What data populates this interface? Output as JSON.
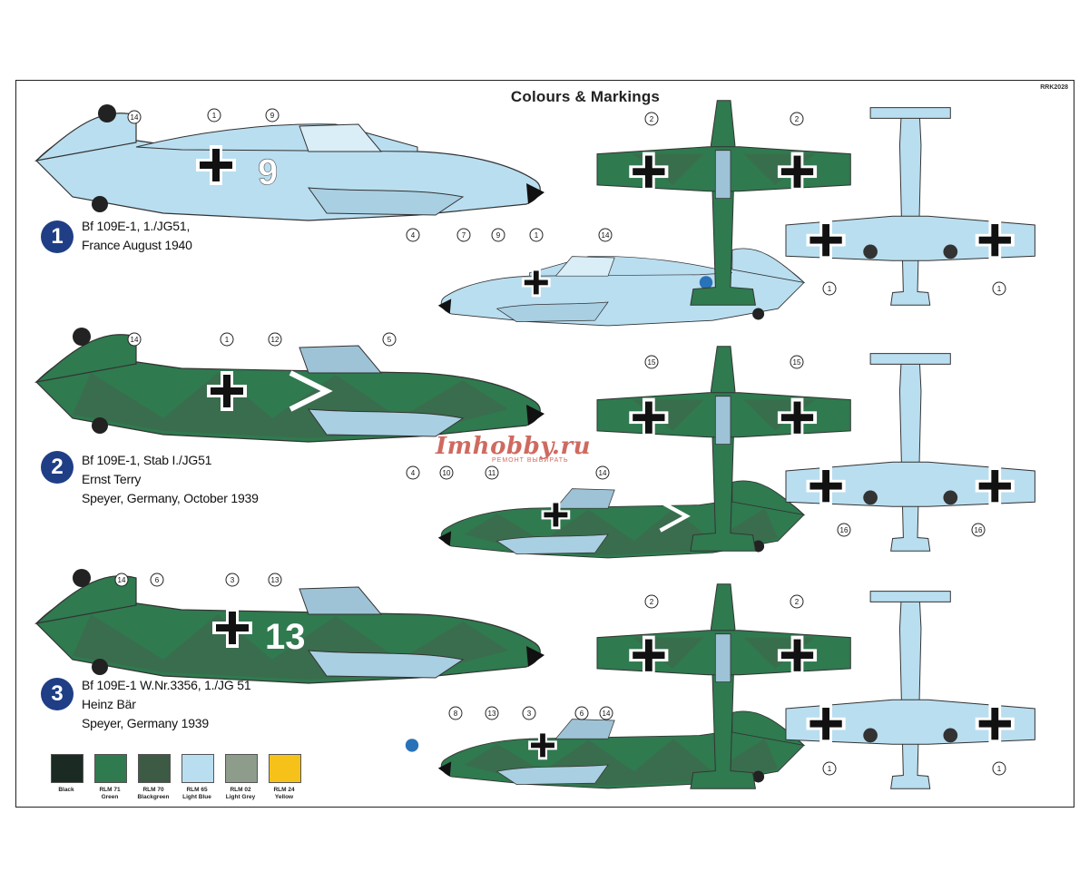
{
  "header": {
    "title": "Colours & Markings",
    "code": "RRK2028"
  },
  "schemes": [
    {
      "number": "1",
      "lines": [
        "Bf 109E-1, 1./JG51,",
        "France August 1940"
      ]
    },
    {
      "number": "2",
      "lines": [
        "Bf 109E-1, Stab I./JG51",
        "Ernst Terry",
        "Speyer, Germany, October 1939"
      ]
    },
    {
      "number": "3",
      "lines": [
        "Bf 109E-1 W.Nr.3356, 1./JG 51",
        "Heinz Bär",
        "Speyer, Germany 1939"
      ]
    }
  ],
  "colors": [
    {
      "name": "Black",
      "sub": "",
      "hex": "#1b2a22"
    },
    {
      "name": "RLM 71",
      "sub": "Green",
      "hex": "#2f7a4f"
    },
    {
      "name": "RLM 70",
      "sub": "Blackgreen",
      "hex": "#3d5a45"
    },
    {
      "name": "RLM 65",
      "sub": "Light Blue",
      "hex": "#b9def0"
    },
    {
      "name": "RLM 02",
      "sub": "Light Grey",
      "hex": "#8e9c8c"
    },
    {
      "name": "RLM 24",
      "sub": "Yellow",
      "hex": "#f6c21a"
    }
  ],
  "callouts": {
    "p1": [
      "14",
      "1",
      "9"
    ],
    "p2": [
      "4",
      "7",
      "9",
      "1",
      "14"
    ],
    "p3": [
      "14",
      "1",
      "12",
      "5"
    ],
    "p4": [
      "4",
      "10",
      "11",
      "14"
    ],
    "p5": [
      "14",
      "6",
      "3",
      "13"
    ],
    "p6": [
      "8",
      "13",
      "3",
      "6",
      "14"
    ],
    "top1": [
      "2",
      "2"
    ],
    "bot1": [
      "1",
      "1"
    ],
    "top2": [
      "15",
      "15"
    ],
    "bot2": [
      "16",
      "16"
    ],
    "top3": [
      "2",
      "2"
    ],
    "bot3": [
      "1",
      "1"
    ]
  },
  "aircraft_codes": {
    "s1": "9",
    "s3": "13"
  },
  "watermark": {
    "main": "Imhobby.ru",
    "sub": "РЕМОНТ ВЫБИРАТЬ"
  }
}
